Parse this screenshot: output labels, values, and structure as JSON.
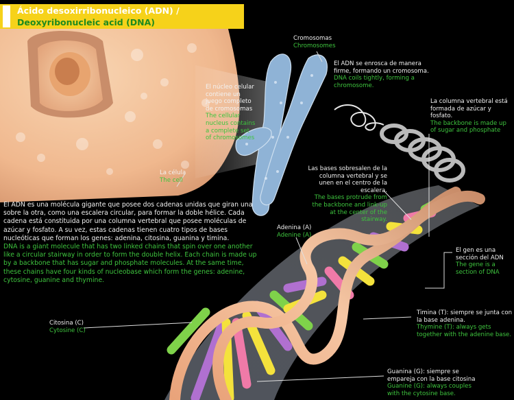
{
  "title": {
    "es": "Ácido desoxirribonucleico (ADN) /",
    "en": "Deoxyribonucleic acid (DNA)"
  },
  "labels": {
    "cell": {
      "es": "La célula",
      "en": "The cell"
    },
    "nucleus": {
      "es": "El núcleo celular contiene un juego completo de cromosomas",
      "en": "The cellular nucleus contains a complete set of chromosomes"
    },
    "chromosomes": {
      "es": "Cromosomas",
      "en": "Chromosomes"
    },
    "coils": {
      "es": "El ADN se enrosca de manera firme, formando un cromosoma.",
      "en": "DNA coils tightly, forming a chromosome."
    },
    "backbone": {
      "es": "La columna vertebral está formada de azúcar y fosfato.",
      "en": "The backbone is made up of sugar and phosphate"
    },
    "bases": {
      "es": "Las bases sobresalen de la columna vertebral y se unen en el centro de la escalera.",
      "en": "The bases protrude from the backbone and link-up at the center of the stairway."
    },
    "adenine": {
      "es": "Adenina (A)",
      "en": "Adenine (A)"
    },
    "gene": {
      "es": "El gen es una sección del ADN",
      "en": "The gene is a section of DNA"
    },
    "thymine": {
      "es": "Timina (T): siempre se junta con la base adenina.",
      "en": "Thymine (T): always gets together with the adenine base."
    },
    "cytosine": {
      "es": "Citosina (C)",
      "en": "Cytosine (C)"
    },
    "guanine": {
      "es": "Guanina (G): siempre se empareja con la base citosina",
      "en": "Guanine (G): always couples with the cytosine base."
    }
  },
  "main_text": {
    "es": "El ADN es una molécula gigante que posee dos cadenas unidas que giran una sobre la otra, como una escalera circular, para formar la doble hélice. Cada cadena está constituida por una columna vertebral que posee moléculas de azúcar y fosfato. A su vez, estas cadenas tienen cuatro tipos de bases nucleóticas que forman los genes: adenina, citosina, guanina y timina.",
    "en": "DNA is a giant molecule that has two linked chains that spin over one another like a circular stairway in order to form the double helix. Each chain is made up by a backbone that has sugar and phosphate molecules. At the same time, these chains have four kinds of nucleobase which form the genes: adenine, cytosine, guanine and thymine."
  },
  "colors": {
    "background": "#000000",
    "title_bar": "#f6d21a",
    "english_text": "#3ec43e",
    "spanish_text": "#f2f2f2",
    "cell": "#f2c39a",
    "chromosome": "#8fb3d6",
    "base_yellow": "#f4e23c",
    "base_purple": "#b070d0",
    "base_green": "#7fd24a",
    "base_pink": "#f07aa8"
  }
}
